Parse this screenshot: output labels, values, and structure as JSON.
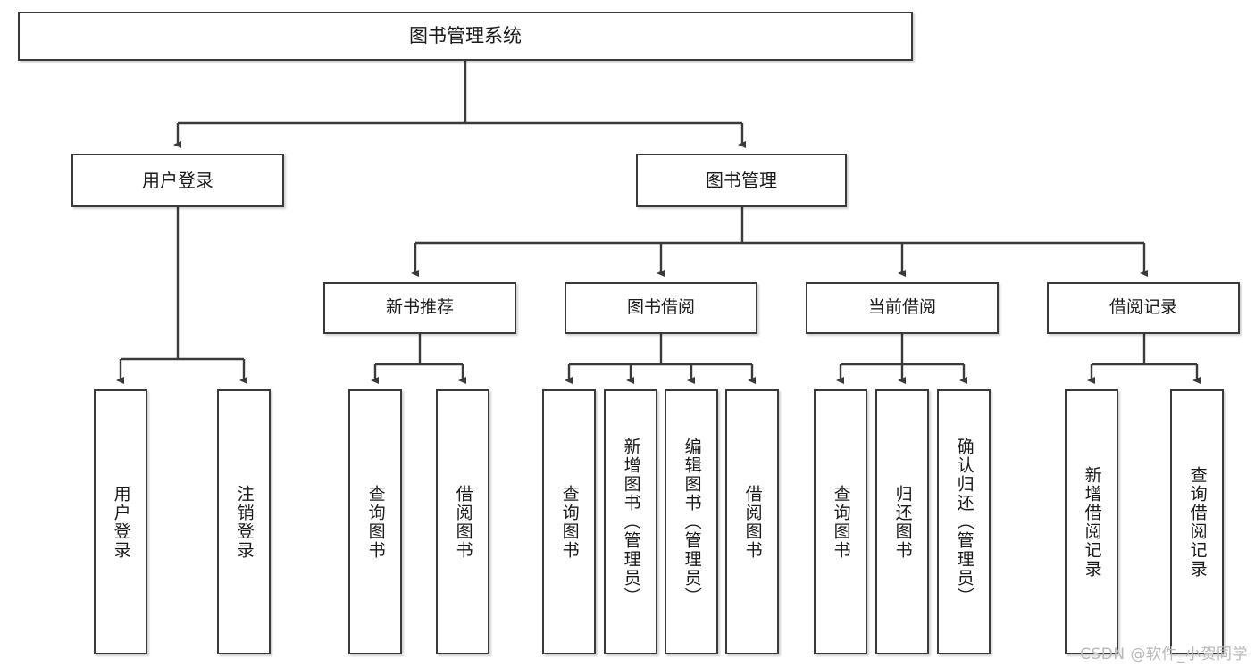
{
  "diagram": {
    "title": "图书管理系统",
    "type": "tree",
    "root": {
      "label": "图书管理系统"
    },
    "level2": [
      {
        "label": "用户登录"
      },
      {
        "label": "图书管理"
      }
    ],
    "level3": [
      {
        "label": "新书推荐"
      },
      {
        "label": "图书借阅"
      },
      {
        "label": "当前借阅"
      },
      {
        "label": "借阅记录"
      }
    ],
    "leaves": {
      "user_login": [
        {
          "label": "用户登录"
        },
        {
          "label": "注销登录"
        }
      ],
      "new_book": [
        {
          "label": "查询图书"
        },
        {
          "label": "借阅图书"
        }
      ],
      "book_borrow": [
        {
          "label": "查询图书"
        },
        {
          "label": "新增图书（管理员）"
        },
        {
          "label": "编辑图书（管理员）"
        },
        {
          "label": "借阅图书"
        }
      ],
      "current_borrow": [
        {
          "label": "查询图书"
        },
        {
          "label": "归还图书"
        },
        {
          "label": "确认归还（管理员）"
        }
      ],
      "borrow_record": [
        {
          "label": "新增借阅记录"
        },
        {
          "label": "查询借阅记录"
        }
      ]
    }
  },
  "watermark": {
    "text": "CSDN @软件_小贺同学"
  },
  "colors": {
    "border": "#3a3a3a",
    "text": "#1a1a1a",
    "background": "#ffffff",
    "watermark": "#b9b9b9"
  }
}
